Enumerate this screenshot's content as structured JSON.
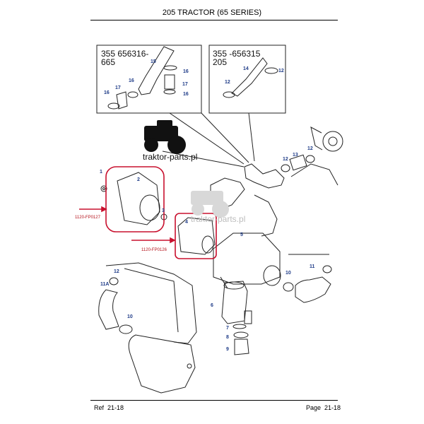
{
  "header": {
    "title": "205 TRACTOR (65 SERIES)"
  },
  "footer": {
    "ref_label": "Ref",
    "ref_value": "21-18",
    "page_label": "Page",
    "page_value": "21-18"
  },
  "watermark": {
    "text": "traktor-parts.pl"
  },
  "insets": {
    "left": {
      "line1": "355 656316-",
      "line2": "665"
    },
    "right": {
      "line1": "355 -656315",
      "line2": "205"
    }
  },
  "callouts": {
    "c1": "1",
    "c2": "2",
    "c3": "3",
    "c4": "4",
    "c5": "5",
    "c6": "6",
    "c7": "7",
    "c8": "8",
    "c9": "9",
    "c10a": "10",
    "c10b": "10",
    "c11": "11",
    "c11a": "11A",
    "c12a": "12",
    "c12b": "12",
    "c12c": "12",
    "c12d": "12",
    "c12e": "12",
    "c13": "13",
    "c14": "14",
    "c15": "15",
    "c16a": "16",
    "c16b": "16",
    "c16c": "16",
    "c16d": "16",
    "c17a": "17",
    "c17b": "17"
  },
  "references": {
    "fp0127": "1120-FP0127",
    "fp0126": "1120-FP0126"
  },
  "colors": {
    "callout": "#1f3c88",
    "highlight": "#c8102e",
    "line": "#222222",
    "ref_text": "#b5121b"
  }
}
